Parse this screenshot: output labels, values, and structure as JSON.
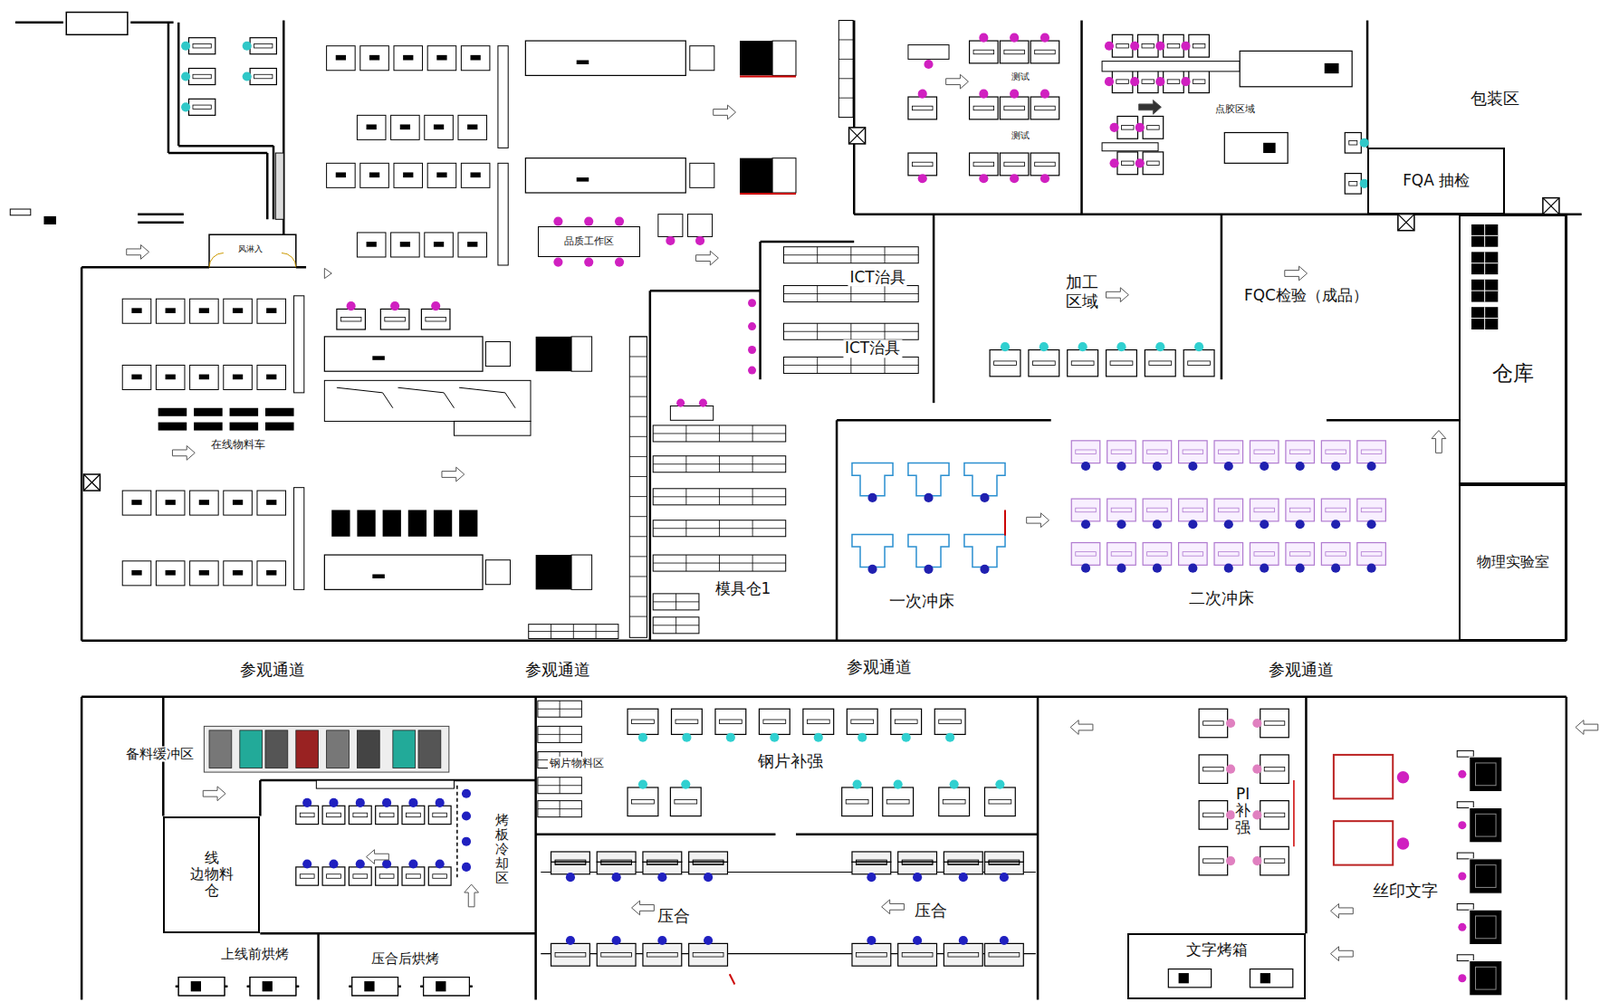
{
  "diagram": {
    "nodes": [
      {
        "text": [
          "FQA 抽检"
        ]
      },
      {
        "text": [
          "品质工作区"
        ]
      },
      {
        "text": [
          "仓库"
        ]
      },
      {
        "text": [
          "物理实验室"
        ]
      },
      {
        "text": [
          "线 边物料 仓"
        ]
      },
      {
        "text": [
          "文字烤箱"
        ]
      }
    ],
    "labels": [
      "风淋入",
      "测试",
      "测试",
      "点胶区域",
      "包装区",
      "ICT治具",
      "ICT治具",
      "加工 区域",
      "FQC检验（成品）",
      "在线物料车",
      "模具仓1",
      "一次冲床",
      "二次冲床",
      "参观通道",
      "参观通道",
      "参观通道",
      "参观通道",
      "备料缓冲区",
      "钢片物料区",
      "钢片补强",
      "烤板冷却区",
      "PI补强",
      "压合",
      "压合",
      "丝印文字",
      "上线前烘烤",
      "压合后烘烤"
    ]
  }
}
